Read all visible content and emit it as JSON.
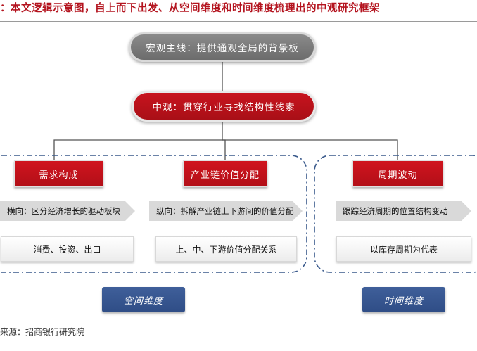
{
  "header": {
    "title": "：本文逻辑示意图，自上而下出发、从空间维度和时间维度梳理出的中观研究框架"
  },
  "macro": {
    "label": "宏观主线：提供通观全局的背景板"
  },
  "meso": {
    "label": "中观：贯穿行业寻找结构性线索"
  },
  "groups": [
    {
      "title": "需求构成",
      "arrow": "横向：区分经济增长的驱动板块",
      "detail": "消费、投资、出口"
    },
    {
      "title": "产业链价值分配",
      "arrow": "纵向：拆解产业链上下游间的价值分配",
      "detail": "上、中、下游价值分配关系"
    },
    {
      "title": "周期波动",
      "arrow": "跟踪经济周期的位置结构变动",
      "detail": "以库存周期为代表"
    }
  ],
  "dimensions": {
    "space": "空间维度",
    "time": "时间维度"
  },
  "footer": {
    "source": "来源：招商银行研究院"
  },
  "colors": {
    "title_red": "#b4141f",
    "box_red": "#c8141e",
    "box_blue": "#2f4d86",
    "macro_gray": "#7a7a7a",
    "dash_blue": "#3a5a8c"
  }
}
